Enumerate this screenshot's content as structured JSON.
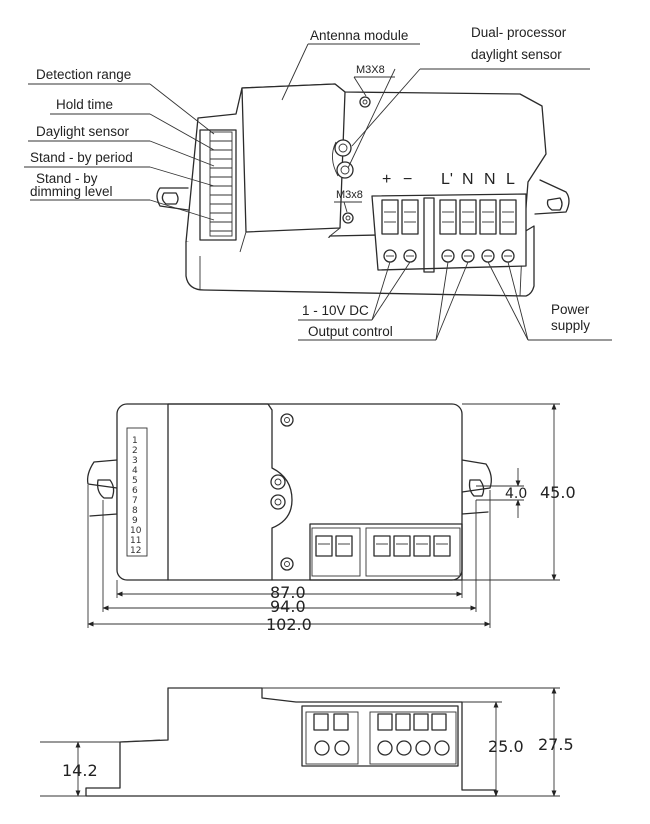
{
  "iso_view": {
    "labels": {
      "antenna": "Antenna module",
      "dual_processor_l1": "Dual- processor",
      "dual_processor_l2": "daylight sensor",
      "m3x8_top": "M3X8",
      "m3x8_low": "M3x8",
      "detection_range": "Detection range",
      "hold_time": "Hold time",
      "daylight_sensor": "Daylight sensor",
      "standby_period": "Stand - by period",
      "standby_dim_l1": "Stand - by",
      "standby_dim_l2": "dimming level",
      "v_dc": "1 - 10V DC",
      "output_control": "Output control",
      "power_l1": "Power",
      "power_l2": "supply"
    },
    "terminals": {
      "plus": "+",
      "minus": "−",
      "l_prime": "L'",
      "n1": "N",
      "n2": "N",
      "l": "L"
    }
  },
  "top_view": {
    "dip_numbers": [
      "1",
      "2",
      "3",
      "4",
      "5",
      "6",
      "7",
      "8",
      "9",
      "10",
      "11",
      "12"
    ],
    "dims": {
      "w1": "87.0",
      "w2": "94.0",
      "w3": "102.0",
      "h1": "4.0",
      "h2": "45.0"
    }
  },
  "side_view": {
    "dims": {
      "h1": "14.2",
      "h2": "25.0",
      "h3": "27.5"
    }
  }
}
